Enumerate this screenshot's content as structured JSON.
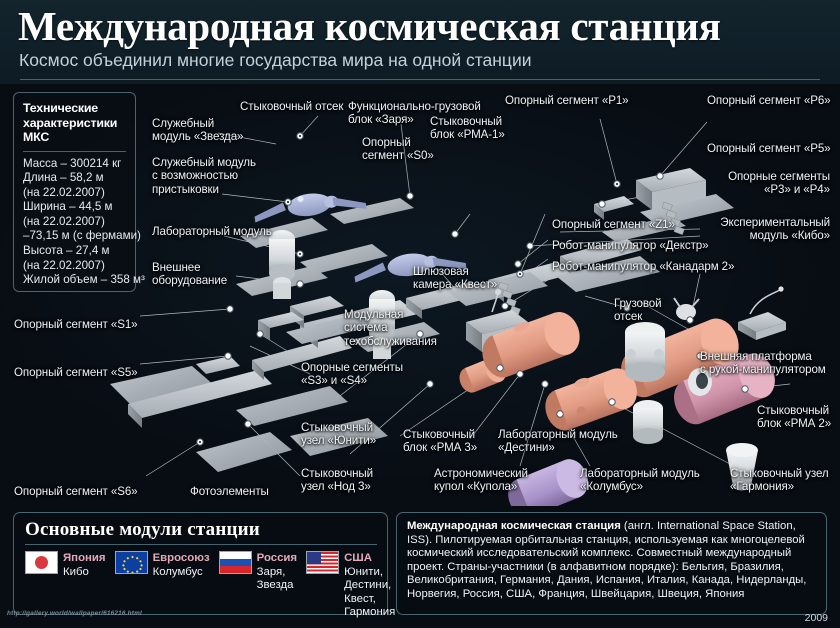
{
  "header": {
    "title": "Международная космическая станция",
    "subtitle": "Космос объединил многие государства мира на одной станции"
  },
  "spec_box": {
    "title": "Технические\nхарактеристики МКС",
    "lines": [
      "Масса – 300214 кг",
      "Длина – 58,2 м",
      "(на 22.02.2007)",
      "Ширина – 44,5 м",
      "(на 22.02.2007)",
      "–73,15 м (с фермами)",
      "Высота – 27,4 м",
      "(на 22.02.2007)",
      "Жилой объем – 358 м³"
    ]
  },
  "diagram": {
    "labels": [
      {
        "id": "dock-compartment",
        "text": "Стыковочный отсек"
      },
      {
        "id": "zvezda",
        "text": "Служебный\nмодуль «Звезда»"
      },
      {
        "id": "service-docking",
        "text": "Служебный модуль\nс возможностью\nпристыковки"
      },
      {
        "id": "lab-module",
        "text": "Лабораторный модуль"
      },
      {
        "id": "external-equipment",
        "text": "Внешнее\nоборудование"
      },
      {
        "id": "fgb-zarya",
        "text": "Функционально-грузовой\nблок «Заря»"
      },
      {
        "id": "truss-s0",
        "text": "Опорный\nсегмент «S0»"
      },
      {
        "id": "pma-1",
        "text": "Стыковочный\nблок «РМА-1»"
      },
      {
        "id": "truss-p1",
        "text": "Опорный сегмент «Р1»"
      },
      {
        "id": "truss-p6",
        "text": "Опорный сегмент «Р6»"
      },
      {
        "id": "truss-p5",
        "text": "Опорный сегмент «Р5»"
      },
      {
        "id": "truss-p3-p4",
        "text": "Опорные сегменты\n«Р3» и «Р4»"
      },
      {
        "id": "truss-z1",
        "text": "Опорный сегмент «Z1»"
      },
      {
        "id": "dextre",
        "text": "Робот-манипулятор «Декстр»"
      },
      {
        "id": "canadarm2",
        "text": "Робот-манипулятор «Канадарм 2»"
      },
      {
        "id": "kibo",
        "text": "Экспериментальный\nмодуль «Кибо»"
      },
      {
        "id": "quest-airlock",
        "text": "Шлюзовая\nкамера «Квест»"
      },
      {
        "id": "cargo-bay",
        "text": "Грузовой\nотсек"
      },
      {
        "id": "external-platform",
        "text": "Внешняя платформа\nс рукой-манипулятором"
      },
      {
        "id": "pma-2",
        "text": "Стыковочный\nблок «РМА 2»"
      },
      {
        "id": "harmony",
        "text": "Стыковочный узел\n«Гармония»"
      },
      {
        "id": "columbus",
        "text": "Лабораторный модуль\n«Колумбус»"
      },
      {
        "id": "destiny",
        "text": "Лабораторный модуль\n«Дестини»"
      },
      {
        "id": "cupola",
        "text": "Астрономический\nкупол «Купола»"
      },
      {
        "id": "pma-3",
        "text": "Стыковочный\nблок «РМА 3»"
      },
      {
        "id": "node-3",
        "text": "Стыковочный\nузел «Нод 3»"
      },
      {
        "id": "unity",
        "text": "Стыковочный\nузел «Юнити»"
      },
      {
        "id": "truss-s3-s4",
        "text": "Опорные сегменты\n«S3» и «S4»"
      },
      {
        "id": "maintenance-system",
        "text": "Модульная\nсистема\nтехобслуживания"
      },
      {
        "id": "truss-s1",
        "text": "Опорный сегмент «S1»"
      },
      {
        "id": "truss-s5",
        "text": "Опорный сегмент «S5»"
      },
      {
        "id": "truss-s6",
        "text": "Опорный сегмент «S6»"
      },
      {
        "id": "solar-cells",
        "text": "Фотоэлементы"
      }
    ]
  },
  "legend": {
    "title": "Основные модули станции",
    "entries": [
      {
        "flag": "flag-japan-icon",
        "country": "Япония",
        "modules": "Кибо"
      },
      {
        "flag": "flag-eu-icon",
        "country": "Евросоюз",
        "modules": "Колумбус"
      },
      {
        "flag": "flag-russia-icon",
        "country": "Россия",
        "modules": "Заря,\nЗвезда"
      },
      {
        "flag": "flag-usa-icon",
        "country": "США",
        "modules": "Юнити,\nДестини, Квест,\nГармония"
      }
    ]
  },
  "description": {
    "lead": "Международная космическая станция",
    "body": " (англ. International Space Station, ISS). Пилотируемая орбитальная станция, используемая как многоцелевой космический исследовательский комплекс. Совместный международный проект. Страны-участники (в алфавитном порядке): Бельгия, Бразилия, Великобритания, Германия, Дания, Испания, Италия, Канада, Нидерланды, Норвегия, Россия, США, Франция, Швейцария, Швеция, Япония"
  },
  "footer": {
    "watermark": "http://gallery.world/wallpaper/616216.html",
    "year": "2009"
  },
  "colors": {
    "header_bg": "#102029",
    "stage_bg": "#080d13",
    "rule": "#46626e",
    "panel_border": "#4a6470",
    "text": "#eef3f6",
    "country_label": "#e3a9b8",
    "truss_grey": "#b9c1c6",
    "module_salmon": "#e7a08c",
    "module_pink": "#d99ab0",
    "module_violet": "#b9a5d6",
    "module_white": "#e7eaec",
    "soyuz_blue": "#aab6dd"
  }
}
